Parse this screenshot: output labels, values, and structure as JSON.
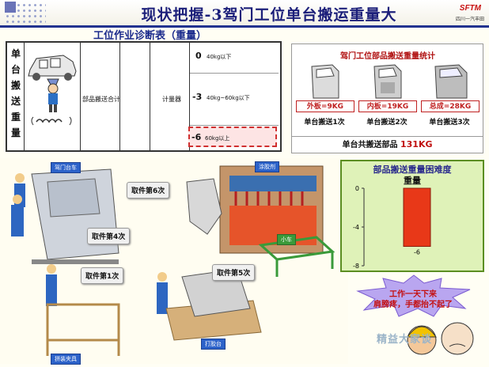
{
  "header": {
    "title": "现状把握-3驾门工位单台搬运重量大",
    "brand": "SFTM",
    "brand_sub": "四川一汽丰田"
  },
  "diagnosis": {
    "title": "工位作业诊断表（重量）",
    "vertical_label": "单台搬送重量",
    "item": "部品搬送合计",
    "item_value": "计量器",
    "levels": [
      {
        "score": "0",
        "desc": "40kg以下"
      },
      {
        "score": "-3",
        "desc": "40kg~60kg以下"
      },
      {
        "score": "-6",
        "desc": "60kg以上"
      }
    ]
  },
  "stats": {
    "title": "驾门工位部品搬送重量统计",
    "parts": [
      {
        "label": "外板=9KG",
        "trips": "单台搬送1次"
      },
      {
        "label": "内板=19KG",
        "trips": "单台搬送2次"
      },
      {
        "label": "总成=28KG",
        "trips": "单台搬送3次"
      }
    ],
    "total_label": "单台共搬送部品",
    "total_value": "131KG"
  },
  "workshop": {
    "tags": {
      "door_cart": "驾门台车",
      "sprayer": "涂胶剂",
      "cart": "小车",
      "bench": "打胶台",
      "assembly": "拼装夹具"
    },
    "callouts": [
      "取件第6次",
      "取件第4次",
      "取件第1次",
      "取件第5次"
    ]
  },
  "difficulty": {
    "title": "部品搬送重量困难度",
    "subtitle": "重量"
  },
  "chart_data": {
    "type": "bar",
    "categories": [
      ""
    ],
    "values": [
      -6
    ],
    "ylim": [
      -8,
      0
    ],
    "yticks": [
      "0",
      "-4",
      "-8"
    ],
    "data_label": "-6",
    "color": "#e83818"
  },
  "complaint": {
    "line1": "工作一天下来",
    "line2": "肩膀疼，手都抬不起了"
  },
  "watermark": "精益大家谈"
}
